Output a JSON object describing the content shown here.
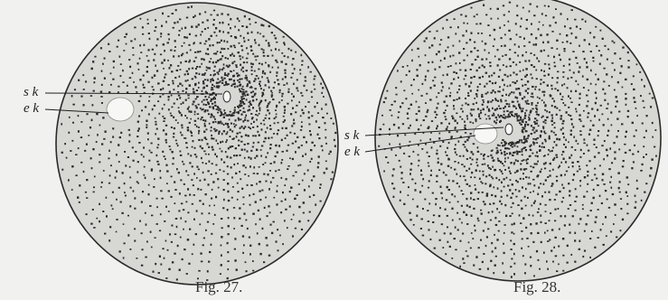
{
  "figures": [
    {
      "caption": "Fig. 27.",
      "labels": {
        "upper": "s k",
        "lower": "e k"
      }
    },
    {
      "caption": "Fig. 28.",
      "labels": {
        "upper": "s k",
        "lower": "e k"
      }
    }
  ],
  "colors": {
    "background": "#f1f1ef",
    "cell_fill": "#d7d7d4",
    "outline": "#2a2a2a",
    "stipple": "#2b2b2b",
    "nucleus": "#f7f7f5"
  }
}
